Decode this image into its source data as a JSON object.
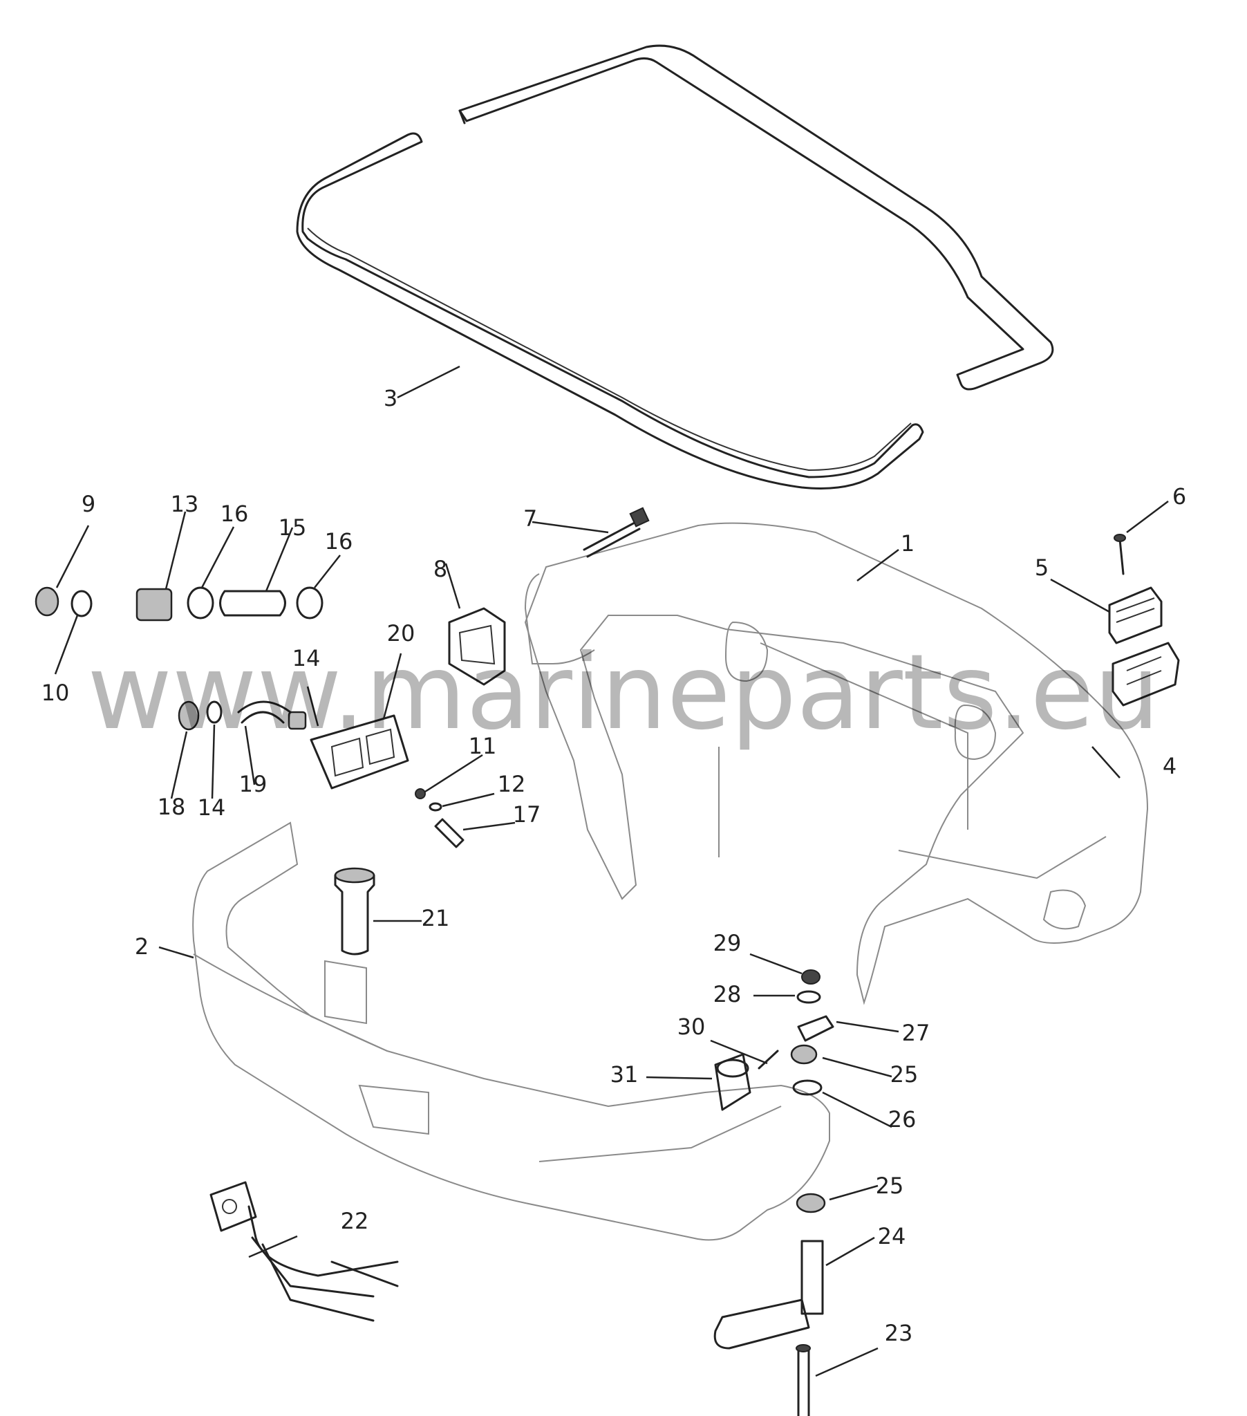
{
  "watermark": "www.marineparts.eu",
  "callouts": [
    {
      "id": "1",
      "text": "1"
    },
    {
      "id": "2",
      "text": "2"
    },
    {
      "id": "3",
      "text": "3"
    },
    {
      "id": "4",
      "text": "4"
    },
    {
      "id": "5",
      "text": "5"
    },
    {
      "id": "6",
      "text": "6"
    },
    {
      "id": "7",
      "text": "7"
    },
    {
      "id": "8",
      "text": "8"
    },
    {
      "id": "9",
      "text": "9"
    },
    {
      "id": "10",
      "text": "10"
    },
    {
      "id": "11",
      "text": "11"
    },
    {
      "id": "12",
      "text": "12"
    },
    {
      "id": "13",
      "text": "13"
    },
    {
      "id": "14a",
      "text": "14"
    },
    {
      "id": "14b",
      "text": "14"
    },
    {
      "id": "15",
      "text": "15"
    },
    {
      "id": "16a",
      "text": "16"
    },
    {
      "id": "16b",
      "text": "16"
    },
    {
      "id": "17",
      "text": "17"
    },
    {
      "id": "18",
      "text": "18"
    },
    {
      "id": "19",
      "text": "19"
    },
    {
      "id": "20",
      "text": "20"
    },
    {
      "id": "21",
      "text": "21"
    },
    {
      "id": "22",
      "text": "22"
    },
    {
      "id": "23",
      "text": "23"
    },
    {
      "id": "24",
      "text": "24"
    },
    {
      "id": "25a",
      "text": "25"
    },
    {
      "id": "25b",
      "text": "25"
    },
    {
      "id": "26",
      "text": "26"
    },
    {
      "id": "27",
      "text": "27"
    },
    {
      "id": "28",
      "text": "28"
    },
    {
      "id": "29",
      "text": "29"
    },
    {
      "id": "30",
      "text": "30"
    },
    {
      "id": "31",
      "text": "31"
    }
  ]
}
